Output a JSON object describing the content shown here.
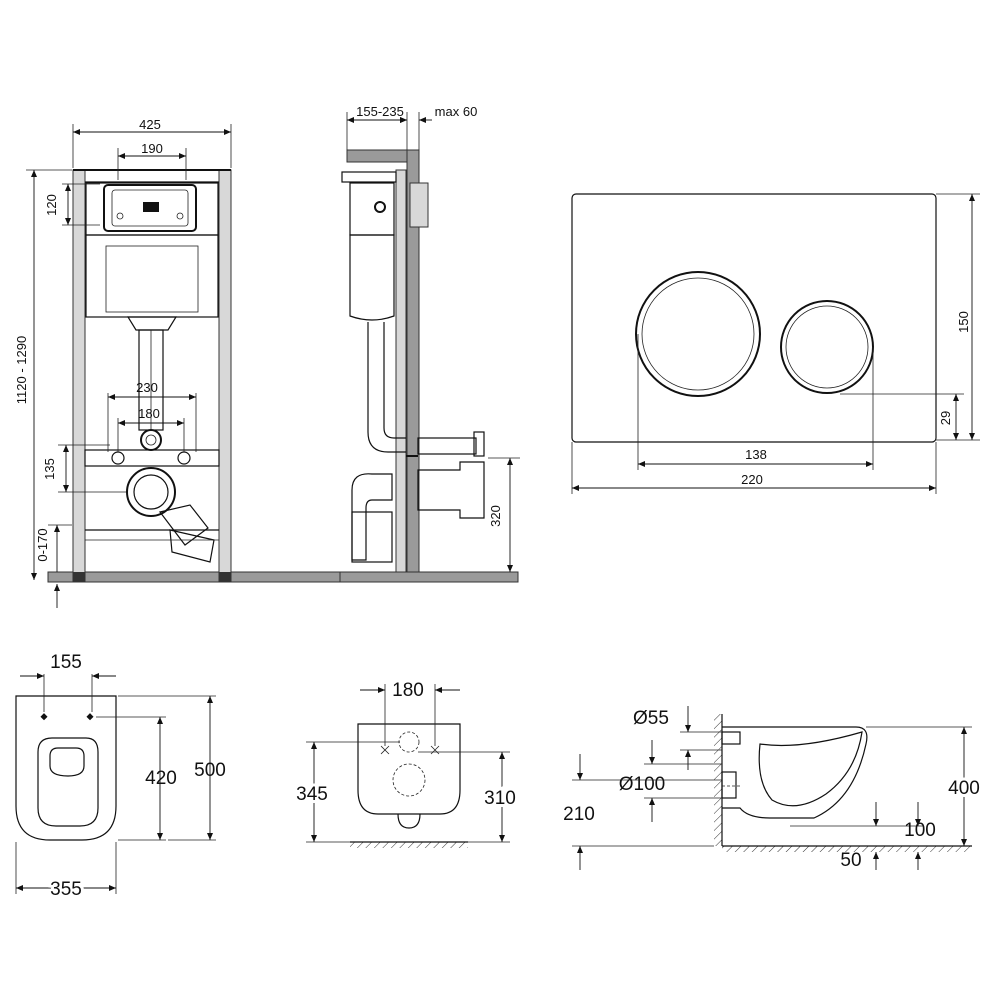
{
  "frame_front": {
    "width": "425",
    "inner_width": "190",
    "panel_height": "120",
    "height_range": "1120 - 1290",
    "stud_spacing": "230",
    "stud_inner": "180",
    "outlet_height": "135",
    "floor_adjust": "0-170"
  },
  "frame_side": {
    "depth": "155-235",
    "wall_max": "max 60",
    "outlet_height": "320"
  },
  "flush_plate": {
    "height": "150",
    "button_offset": "29",
    "button_span": "138",
    "width": "220"
  },
  "bowl_top": {
    "hole_spacing": "155",
    "inner_length": "420",
    "length": "500",
    "width": "355"
  },
  "bowl_front": {
    "hole_spacing": "180",
    "height_left": "345",
    "height_right": "310"
  },
  "bowl_side": {
    "inlet_diameter": "Ø55",
    "outlet_diameter": "Ø100",
    "outlet_height": "210",
    "height": "400",
    "rim_offset": "100",
    "base_offset": "50"
  }
}
